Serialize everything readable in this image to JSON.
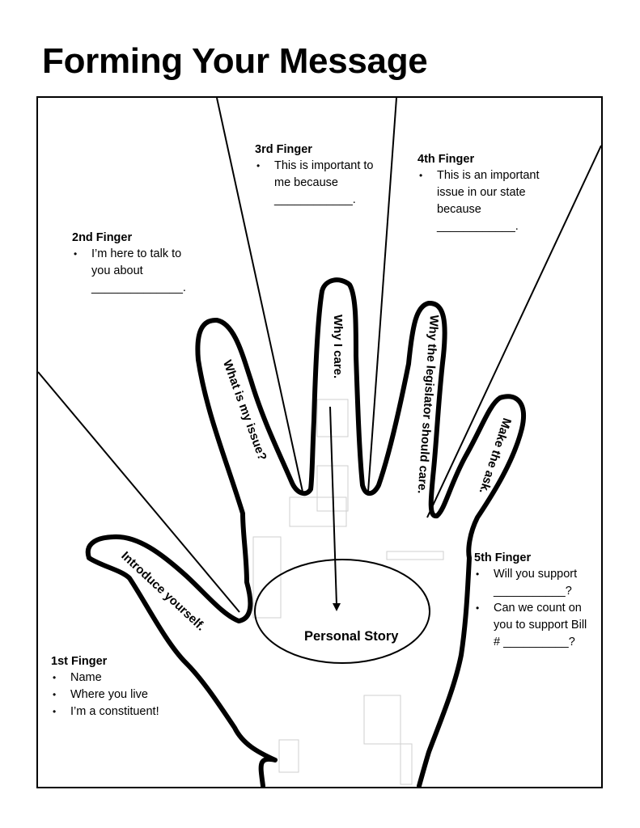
{
  "title": "Forming Your Message",
  "center": {
    "label": "Personal Story"
  },
  "fingers": [
    {
      "heading": "1st Finger",
      "finger_label": "Introduce yourself.",
      "bullets": [
        "Name",
        "Where you live",
        "I’m a constituent!"
      ]
    },
    {
      "heading": "2nd Finger",
      "finger_label": "What is my issue?",
      "bullets": [
        "I’m here to talk to you about ______________."
      ]
    },
    {
      "heading": "3rd Finger",
      "finger_label": "Why I care.",
      "bullets": [
        "This is important to me because ____________."
      ]
    },
    {
      "heading": "4th Finger",
      "finger_label": "Why the legislator should care.",
      "bullets": [
        "This is an important issue in our state because ____________."
      ]
    },
    {
      "heading": "5th Finger",
      "finger_label": "Make the ask.",
      "bullets": [
        "Will you support ___________?",
        "Can we count on you to support Bill # __________?"
      ]
    }
  ]
}
